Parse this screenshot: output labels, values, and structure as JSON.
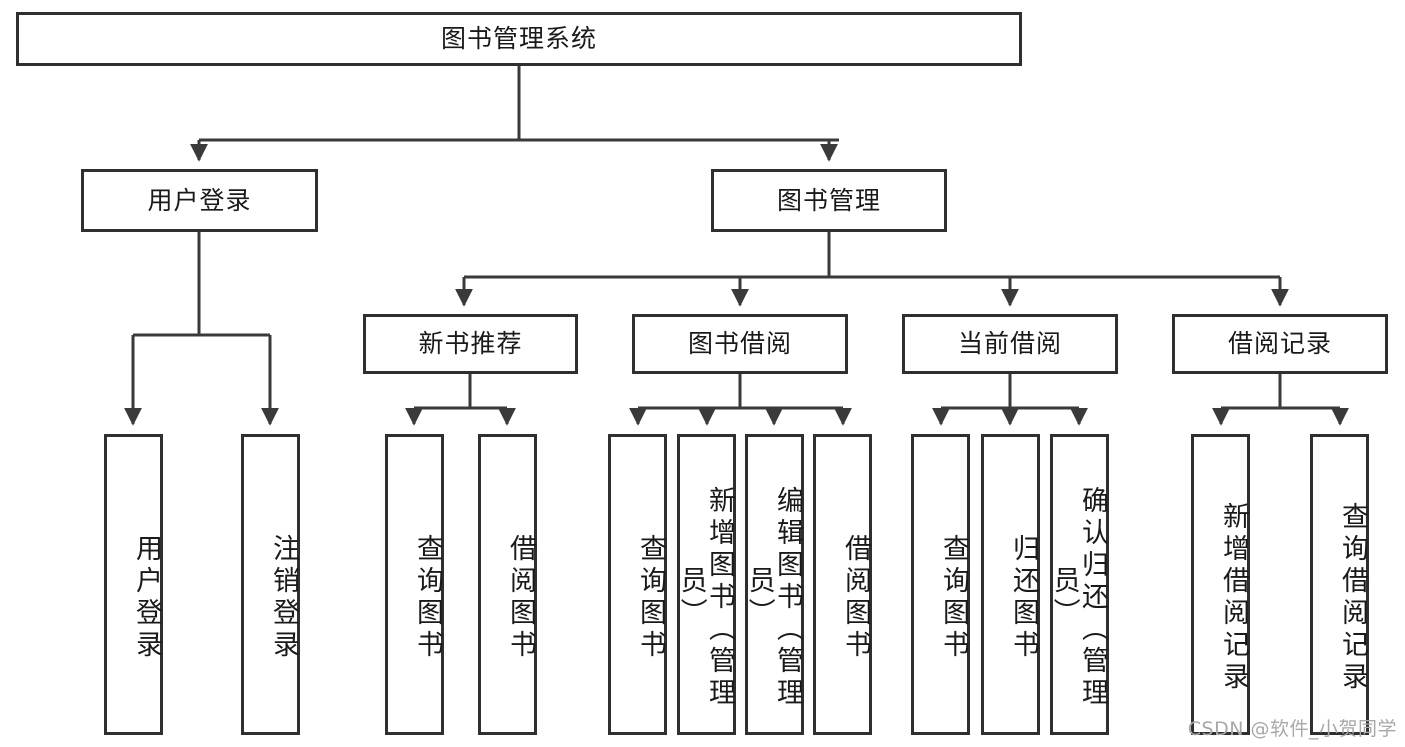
{
  "diagram": {
    "title": "图书管理系统",
    "type": "tree-hierarchy-chart",
    "root": {
      "label": "图书管理系统"
    },
    "level2": [
      {
        "label": "用户登录"
      },
      {
        "label": "图书管理"
      }
    ],
    "level3": [
      {
        "label": "新书推荐"
      },
      {
        "label": "图书借阅"
      },
      {
        "label": "当前借阅"
      },
      {
        "label": "借阅记录"
      }
    ],
    "leaves": {
      "user_login": [
        {
          "label": "用户登录"
        },
        {
          "label": "注销登录"
        }
      ],
      "new_book_recommend": [
        {
          "label": "查询图书"
        },
        {
          "label": "借阅图书"
        }
      ],
      "book_borrow": [
        {
          "label": "查询图书"
        },
        {
          "label": "新增图书（管理员）"
        },
        {
          "label": "编辑图书（管理员）"
        },
        {
          "label": "借阅图书"
        }
      ],
      "current_borrow": [
        {
          "label": "查询图书"
        },
        {
          "label": "归还图书"
        },
        {
          "label": "确认归还（管理员）"
        }
      ],
      "borrow_record": [
        {
          "label": "新增借阅记录"
        },
        {
          "label": "查询借阅记录"
        }
      ]
    }
  },
  "watermark": {
    "text": "CSDN @软件_小贺同学"
  },
  "colors": {
    "box_border": "#2f2f2f",
    "box_fill": "#ffffff",
    "edge": "#3a3a3a",
    "text": "#1a1a1a",
    "watermark": "#a8a8a8",
    "background": "#ffffff"
  }
}
